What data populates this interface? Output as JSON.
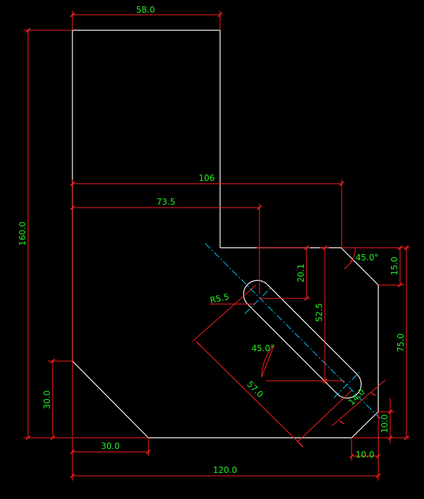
{
  "colors": {
    "background": "#000000",
    "geometry": "#ffffff",
    "dimension": "#ff2020",
    "dimension_text": "#22ee22",
    "centerline": "#00c8ff"
  },
  "dimensions": {
    "top_width": "58.0",
    "total_width": "120.0",
    "overall_height": "160.0",
    "span_106": "106",
    "span_73_5": "73.5",
    "bottom_chamfer_width": "30.0",
    "left_chamfer_height": "30.0",
    "radius": "R5.5",
    "slot_length": "57.0",
    "slot_width": "14.0",
    "slot_angle": "45.0°",
    "step_depth_20_1": "20.1",
    "slot_vertical_52_5": "52.5",
    "top_chamfer_angle": "45.0°",
    "top_chamfer_height": "15.0",
    "right_height": "75.0",
    "bottom_right_height": "10.0",
    "bottom_right_width": "10.0"
  }
}
